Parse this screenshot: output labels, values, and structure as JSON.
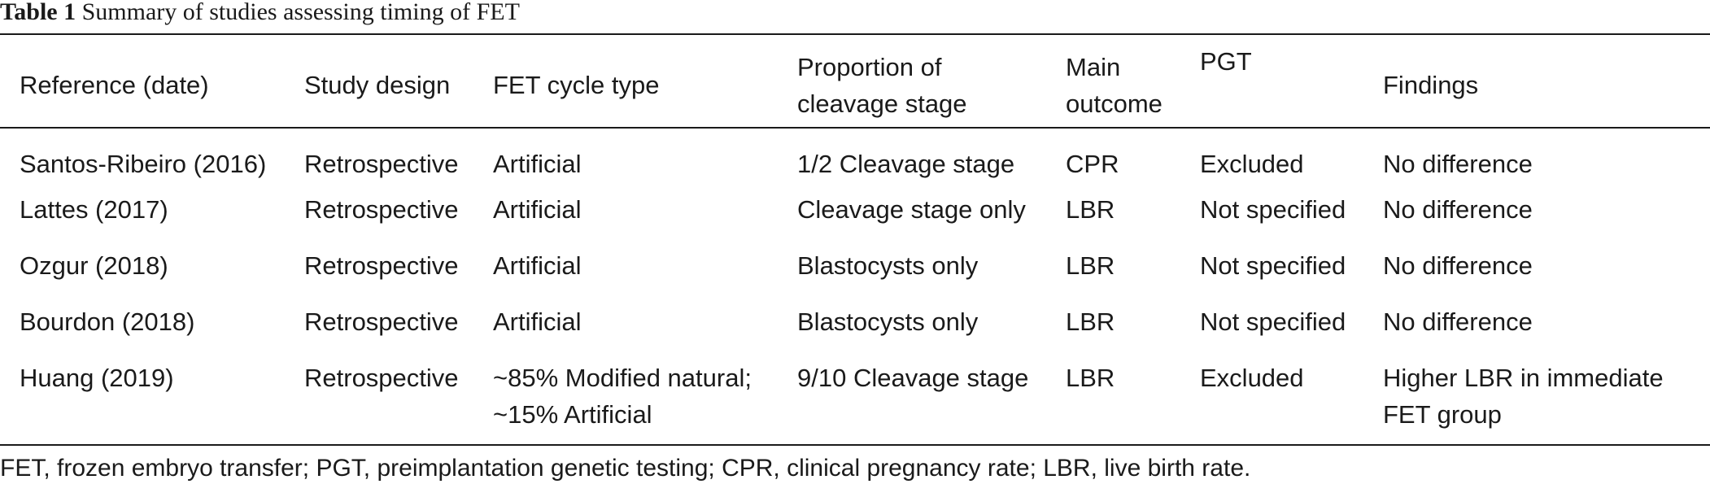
{
  "caption": {
    "label": "Table 1",
    "title": "Summary of studies assessing timing of FET"
  },
  "table": {
    "columns": [
      "Reference (date)",
      "Study design",
      "FET cycle type",
      " Proportion of\ncleavage stage",
      "Main\noutcome",
      "PGT",
      "Findings"
    ],
    "rows": [
      [
        "Santos-Ribeiro (2016)",
        "Retrospective",
        "Artificial",
        "1/2 Cleavage stage",
        "CPR",
        "Excluded",
        "No difference"
      ],
      [
        "Lattes (2017)",
        "Retrospective",
        "Artificial",
        "Cleavage stage only",
        "LBR",
        "Not specified",
        "No difference"
      ],
      [
        "Ozgur (2018)",
        "Retrospective",
        "Artificial",
        "Blastocysts only",
        "LBR",
        "Not specified",
        "No difference"
      ],
      [
        "Bourdon (2018)",
        "Retrospective",
        "Artificial",
        "Blastocysts only",
        "LBR",
        "Not specified",
        "No difference"
      ],
      [
        "Huang (2019)",
        "Retrospective",
        "~85% Modified natural;\n~15%  Artificial",
        "9/10 Cleavage stage",
        "LBR",
        "Excluded",
        "Higher LBR in immediate\nFET group"
      ]
    ]
  },
  "footnote": "FET, frozen embryo transfer; PGT, preimplantation genetic testing; CPR, clinical pregnancy rate; LBR, live birth rate."
}
